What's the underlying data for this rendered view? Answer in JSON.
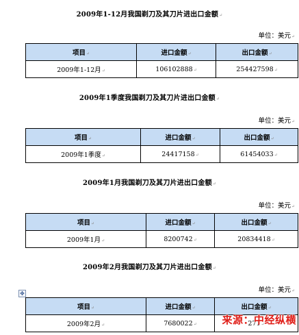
{
  "unit_label": "单位：美元",
  "para_mark": "↵",
  "columns": [
    "项目",
    "进口金额",
    "出口金额"
  ],
  "sections": [
    {
      "title": "2009年1-12月我国剃刀及其刀片进出口金额",
      "row": {
        "item": "2009年1-12月",
        "import": "106102888",
        "export": "254427598"
      }
    },
    {
      "title": "2009年1季度我国剃刀及其刀片进出口金额",
      "row": {
        "item": "2009年1季度",
        "import": "24417158",
        "export": "61454033"
      }
    },
    {
      "title": "2009年1月我国剃刀及其刀片进出口金额",
      "row": {
        "item": "2009年1月",
        "import": "8200742",
        "export": "20834418"
      }
    },
    {
      "title": "2009年2月我国剃刀及其刀片进出口金额",
      "row": {
        "item": "2009年2月",
        "import": "7680022",
        "export": "271"
      }
    }
  ],
  "watermark": "来源：中经纵横",
  "icons": {
    "table_anchor": "move-anchor-icon"
  }
}
